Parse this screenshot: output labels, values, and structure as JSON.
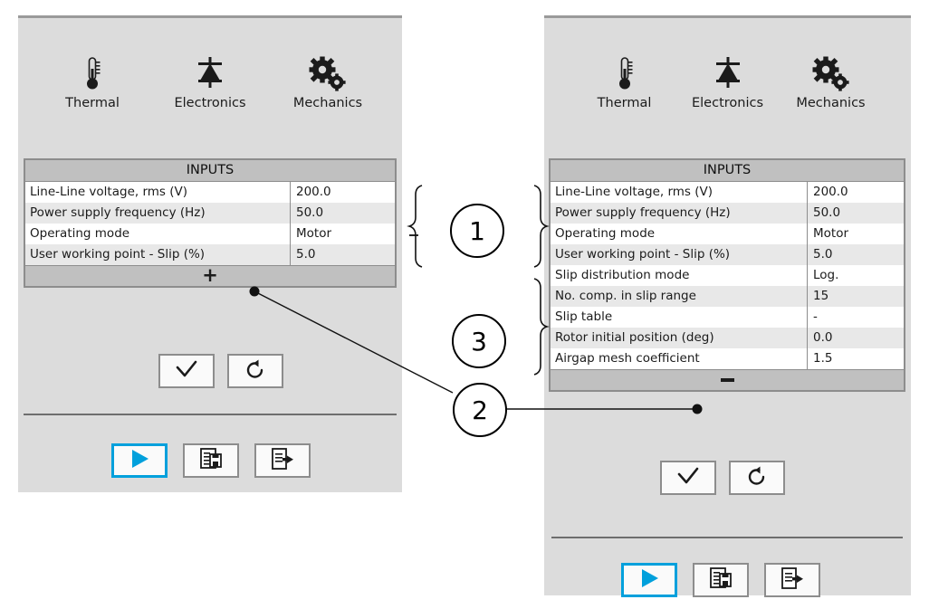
{
  "modules": [
    {
      "label": "Thermal",
      "icon": "thermometer-icon"
    },
    {
      "label": "Electronics",
      "icon": "diode-icon"
    },
    {
      "label": "Mechanics",
      "icon": "gears-icon"
    }
  ],
  "table": {
    "title": "INPUTS",
    "footer_left": {
      "add_glyph": "+",
      "remove_glyph": "—"
    }
  },
  "left_panel": {
    "rows": [
      {
        "key": "Line-Line voltage, rms (V)",
        "value": "200.0"
      },
      {
        "key": "Power supply frequency (Hz)",
        "value": "50.0"
      },
      {
        "key": "Operating mode",
        "value": "Motor"
      },
      {
        "key": "User working point - Slip (%)",
        "value": "5.0"
      }
    ],
    "footer_glyph": "+",
    "confirm_label": "check-mark",
    "reset_label": "reset-arrow",
    "run_label": "play-triangle",
    "report_label": "report-document",
    "export_label": "export-document"
  },
  "right_panel": {
    "rows": [
      {
        "key": "Line-Line voltage, rms (V)",
        "value": "200.0"
      },
      {
        "key": "Power supply frequency (Hz)",
        "value": "50.0"
      },
      {
        "key": "Operating mode",
        "value": "Motor"
      },
      {
        "key": "User working point - Slip (%)",
        "value": "5.0"
      },
      {
        "key": "Slip distribution mode",
        "value": "Log."
      },
      {
        "key": "No. comp. in slip range",
        "value": "15"
      },
      {
        "key": "Slip table",
        "value": "-"
      },
      {
        "key": "Rotor initial position (deg)",
        "value": "0.0"
      },
      {
        "key": "Airgap mesh coefficient",
        "value": "1.5"
      }
    ],
    "footer_glyph": "—"
  },
  "callouts": [
    {
      "id": "1",
      "number": "1"
    },
    {
      "id": "2",
      "number": "2"
    },
    {
      "id": "3",
      "number": "3"
    }
  ],
  "colors": {
    "panel_bg": "#dcdcdc",
    "table_header": "#c0c0c0",
    "row_even": "#e8e8e8",
    "row_odd": "#ffffff",
    "border": "#8d8d8d",
    "accent": "#00a0dc",
    "text": "#1b1b1b"
  }
}
